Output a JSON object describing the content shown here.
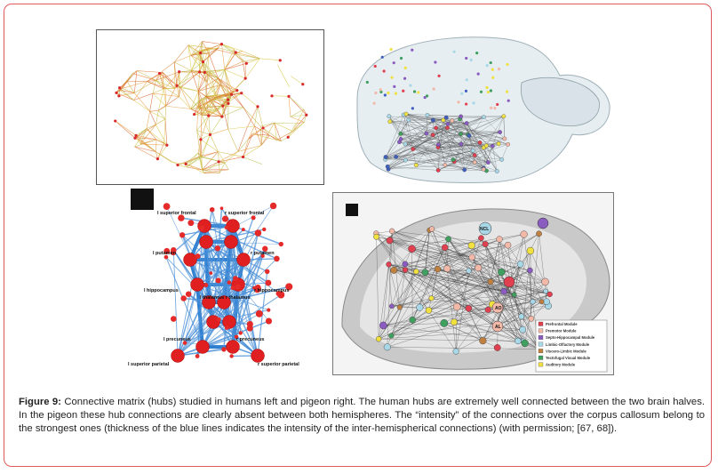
{
  "figure": {
    "caption_label": "Figure 9:",
    "caption_text": " Connective matrix (hubs) studied in humans left and pigeon right. The human hubs are extremely well connected between the two brain halves. In the pigeon these hub connections are clearly absent between both hemispheres. The “intensity” of the connections over the corpus callosum belong to the strongest ones (thickness of the blue lines indicates the intensity of the inter-hemispherical connections) (with permission; [67, 68])."
  },
  "panel_c": {
    "labels": {
      "l_superior_frontal": "l superior frontal",
      "r_superior_frontal": "r superior frontal",
      "l_putamen": "l putamen",
      "r_putamen": "r putamen",
      "l_hippocampus": "l hippocampus",
      "r_hippocampus": "r hippocampus",
      "thalamus": "l thalamus r thalamus",
      "l_precuneus": "l precuneus",
      "r_precuneus": "r precuneus",
      "l_superior_parietal": "l superior parietal",
      "r_superior_parietal": "r superior parietal"
    }
  },
  "panel_d": {
    "legend": [
      {
        "label": "Prefrontal Module",
        "color": "#e04050"
      },
      {
        "label": "Premotor Module",
        "color": "#f2b8a8"
      },
      {
        "label": "Septo-Hippocampal Module",
        "color": "#8a5cc0"
      },
      {
        "label": "Limbic-Olfactory Module",
        "color": "#a8d8e8"
      },
      {
        "label": "Viscero-Limbic Module",
        "color": "#c08040"
      },
      {
        "label": "Tectofugal Visual Module",
        "color": "#40a060"
      },
      {
        "label": "Auditory Module",
        "color": "#f0e040"
      }
    ],
    "node_labels": {
      "a": "AO",
      "b": "AL",
      "c": "NCL"
    }
  }
}
